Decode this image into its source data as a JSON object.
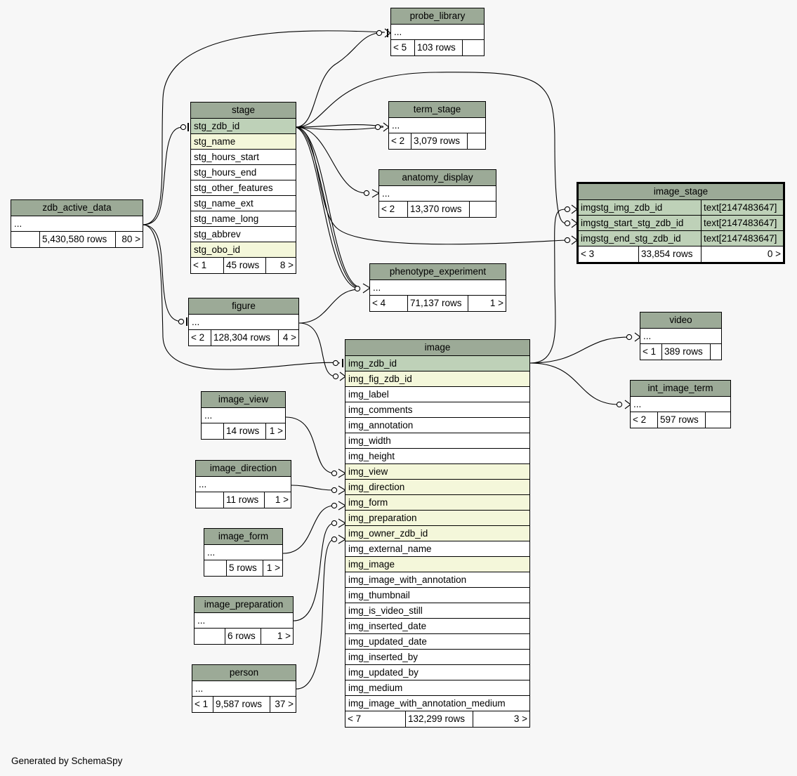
{
  "footer_note": "Generated by SchemaSpy",
  "tables": {
    "probe_library": {
      "name": "probe_library",
      "cols": [
        "..."
      ],
      "footer": [
        "< 5",
        "103 rows",
        ""
      ]
    },
    "term_stage": {
      "name": "term_stage",
      "cols": [
        "..."
      ],
      "footer": [
        "< 2",
        "3,079 rows",
        ""
      ]
    },
    "anatomy_display": {
      "name": "anatomy_display",
      "cols": [
        "..."
      ],
      "footer": [
        "< 2",
        "13,370 rows",
        ""
      ]
    },
    "stage": {
      "name": "stage",
      "cols": [
        "stg_zdb_id",
        "stg_name",
        "stg_hours_start",
        "stg_hours_end",
        "stg_other_features",
        "stg_name_ext",
        "stg_name_long",
        "stg_abbrev",
        "stg_obo_id"
      ],
      "footer": [
        "< 1",
        "45 rows",
        "8 >"
      ]
    },
    "zdb_active_data": {
      "name": "zdb_active_data",
      "cols": [
        "..."
      ],
      "footer": [
        "",
        "5,430,580 rows",
        "80 >"
      ]
    },
    "image_stage": {
      "name": "image_stage",
      "cols": [
        [
          "imgstg_img_zdb_id",
          "text[2147483647]"
        ],
        [
          "imgstg_start_stg_zdb_id",
          "text[2147483647]"
        ],
        [
          "imgstg_end_stg_zdb_id",
          "text[2147483647]"
        ]
      ],
      "footer": [
        "< 3",
        "33,854 rows",
        "0 >"
      ]
    },
    "phenotype_experiment": {
      "name": "phenotype_experiment",
      "cols": [
        "..."
      ],
      "footer": [
        "< 4",
        "71,137 rows",
        "1 >"
      ]
    },
    "figure": {
      "name": "figure",
      "cols": [
        "..."
      ],
      "footer": [
        "< 2",
        "128,304 rows",
        "4 >"
      ]
    },
    "video": {
      "name": "video",
      "cols": [
        "..."
      ],
      "footer": [
        "< 1",
        "389 rows",
        ""
      ]
    },
    "int_image_term": {
      "name": "int_image_term",
      "cols": [
        "..."
      ],
      "footer": [
        "< 2",
        "597 rows",
        ""
      ]
    },
    "image": {
      "name": "image",
      "cols": [
        "img_zdb_id",
        "img_fig_zdb_id",
        "img_label",
        "img_comments",
        "img_annotation",
        "img_width",
        "img_height",
        "img_view",
        "img_direction",
        "img_form",
        "img_preparation",
        "img_owner_zdb_id",
        "img_external_name",
        "img_image",
        "img_image_with_annotation",
        "img_thumbnail",
        "img_is_video_still",
        "img_inserted_date",
        "img_updated_date",
        "img_inserted_by",
        "img_updated_by",
        "img_medium",
        "img_image_with_annotation_medium"
      ],
      "footer": [
        "< 7",
        "132,299 rows",
        "3 >"
      ]
    },
    "image_view": {
      "name": "image_view",
      "cols": [
        "..."
      ],
      "footer": [
        "",
        "14 rows",
        "1 >"
      ]
    },
    "image_direction": {
      "name": "image_direction",
      "cols": [
        "..."
      ],
      "footer": [
        "",
        "11 rows",
        "1 >"
      ]
    },
    "image_form": {
      "name": "image_form",
      "cols": [
        "..."
      ],
      "footer": [
        "",
        "5 rows",
        "1 >"
      ]
    },
    "image_preparation": {
      "name": "image_preparation",
      "cols": [
        "..."
      ],
      "footer": [
        "",
        "6 rows",
        "1 >"
      ]
    },
    "person": {
      "name": "person",
      "cols": [
        "..."
      ],
      "footer": [
        "< 1",
        "9,587 rows",
        "37 >"
      ]
    }
  },
  "colors": {
    "header": "#9caa97",
    "primary_key": "#bed1b8",
    "foreign_key": "#f4f7da",
    "background": "#f7f7f7"
  }
}
